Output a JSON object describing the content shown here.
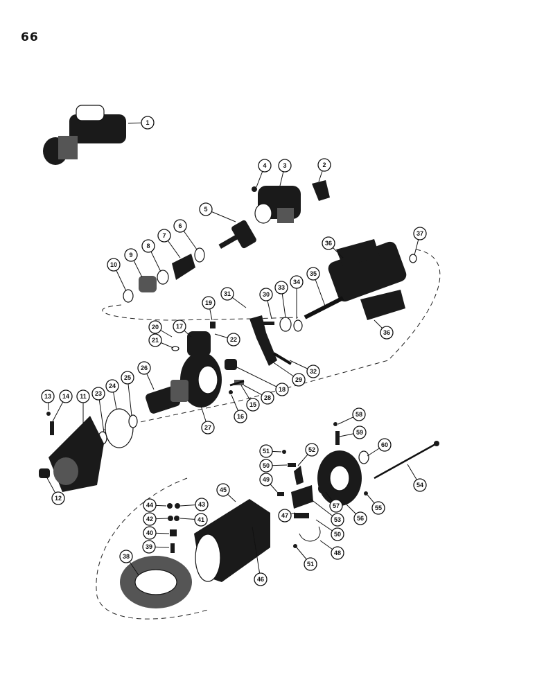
{
  "page_number": "66",
  "callouts": [
    {
      "label": "1"
    },
    {
      "label": "2"
    },
    {
      "label": "3"
    },
    {
      "label": "4"
    },
    {
      "label": "5"
    },
    {
      "label": "6"
    },
    {
      "label": "7"
    },
    {
      "label": "8"
    },
    {
      "label": "9"
    },
    {
      "label": "10"
    },
    {
      "label": "11"
    },
    {
      "label": "12"
    },
    {
      "label": "13"
    },
    {
      "label": "14"
    },
    {
      "label": "15"
    },
    {
      "label": "16"
    },
    {
      "label": "17"
    },
    {
      "label": "18"
    },
    {
      "label": "19"
    },
    {
      "label": "20"
    },
    {
      "label": "21"
    },
    {
      "label": "22"
    },
    {
      "label": "23"
    },
    {
      "label": "24"
    },
    {
      "label": "25"
    },
    {
      "label": "26"
    },
    {
      "label": "27"
    },
    {
      "label": "28"
    },
    {
      "label": "29"
    },
    {
      "label": "30"
    },
    {
      "label": "31"
    },
    {
      "label": "32"
    },
    {
      "label": "33"
    },
    {
      "label": "34"
    },
    {
      "label": "35"
    },
    {
      "label": "36"
    },
    {
      "label": "36"
    },
    {
      "label": "37"
    },
    {
      "label": "38"
    },
    {
      "label": "39"
    },
    {
      "label": "40"
    },
    {
      "label": "41"
    },
    {
      "label": "42"
    },
    {
      "label": "43"
    },
    {
      "label": "44"
    },
    {
      "label": "45"
    },
    {
      "label": "46"
    },
    {
      "label": "47"
    },
    {
      "label": "48"
    },
    {
      "label": "49"
    },
    {
      "label": "50"
    },
    {
      "label": "50"
    },
    {
      "label": "51"
    },
    {
      "label": "51"
    },
    {
      "label": "52"
    },
    {
      "label": "53"
    },
    {
      "label": "54"
    },
    {
      "label": "55"
    },
    {
      "label": "56"
    },
    {
      "label": "57"
    },
    {
      "label": "58"
    },
    {
      "label": "59"
    },
    {
      "label": "60"
    }
  ]
}
